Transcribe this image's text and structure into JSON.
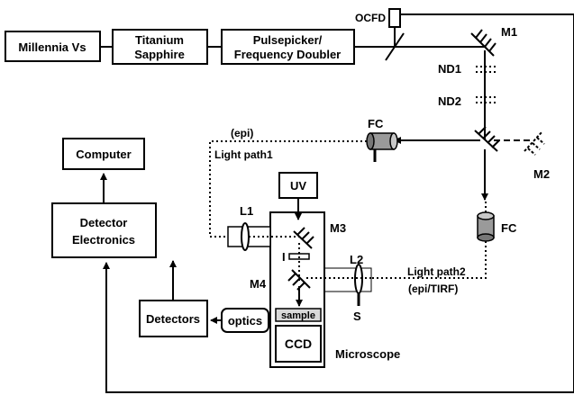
{
  "labels": {
    "millennia": "Millennia Vs",
    "titanium_1": "Titanium",
    "titanium_2": "Sapphire",
    "pulsepicker_1": "Pulsepicker/",
    "pulsepicker_2": "Frequency Doubler",
    "ocfd": "OCFD",
    "m1": "M1",
    "nd1": "ND1",
    "nd2": "ND2",
    "fc_top": "FC",
    "fc_right": "FC",
    "m2": "M2",
    "epi": "(epi)",
    "light_path1": "Light path1",
    "computer": "Computer",
    "detector_elec_1": "Detector",
    "detector_elec_2": "Electronics",
    "uv": "UV",
    "l1": "L1",
    "m3": "M3",
    "i_label": "I",
    "l2": "L2",
    "light_path2": "Light path2",
    "epi_tirf": "(epi/TIRF)",
    "m4": "M4",
    "s_label": "S",
    "detectors": "Detectors",
    "optics": "optics",
    "sample": "sample",
    "ccd": "CCD",
    "microscope": "Microscope"
  }
}
